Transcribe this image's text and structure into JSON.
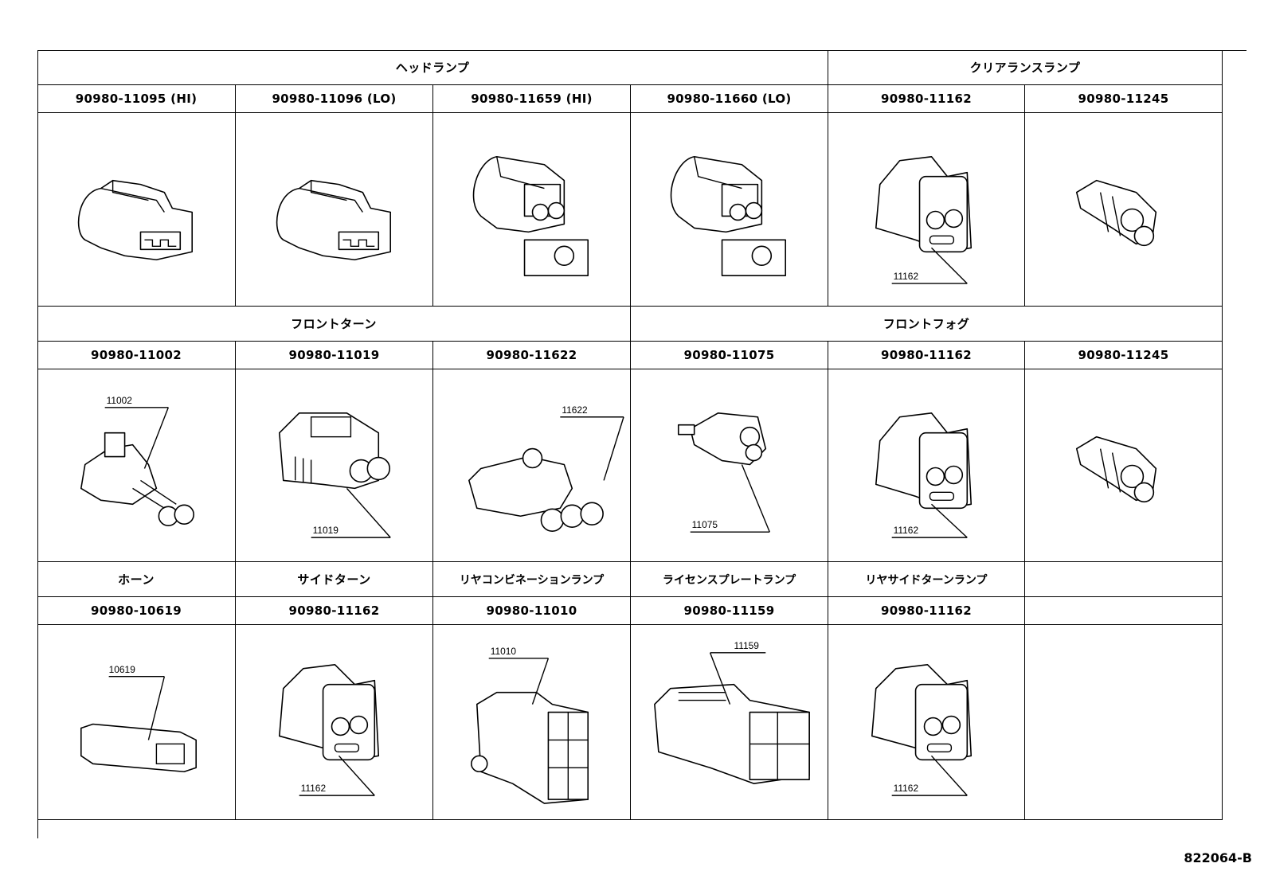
{
  "groups": {
    "headlamp": "ヘッドランプ",
    "clearance_lamp": "クリアランスランプ",
    "front_turn": "フロントターン",
    "front_fog": "フロントフォグ",
    "horn": "ホーン",
    "side_turn": "サイドターン",
    "rear_combination_lamp": "リヤコンビネーションランプ",
    "license_plate_lamp": "ライセンスプレートランプ",
    "rear_side_turn_lamp": "リヤサイドターンランプ"
  },
  "row1": {
    "part_numbers": [
      "90980-11095 (HI)",
      "90980-11096 (LO)",
      "90980-11659 (HI)",
      "90980-11660 (LO)",
      "90980-11162",
      "90980-11245"
    ],
    "callouts": [
      "",
      "",
      "",
      "",
      "11162",
      ""
    ]
  },
  "row2": {
    "part_numbers": [
      "90980-11002",
      "90980-11019",
      "90980-11622",
      "90980-11075",
      "90980-11162",
      "90980-11245"
    ],
    "callouts": [
      "11002",
      "11019",
      "11622",
      "11075",
      "11162",
      ""
    ]
  },
  "row3": {
    "part_numbers": [
      "90980-10619",
      "90980-11162",
      "90980-11010",
      "90980-11159",
      "90980-11162",
      ""
    ],
    "callouts": [
      "10619",
      "11162",
      "11010",
      "11159",
      "11162",
      ""
    ]
  },
  "diagram_code": "822064-B"
}
